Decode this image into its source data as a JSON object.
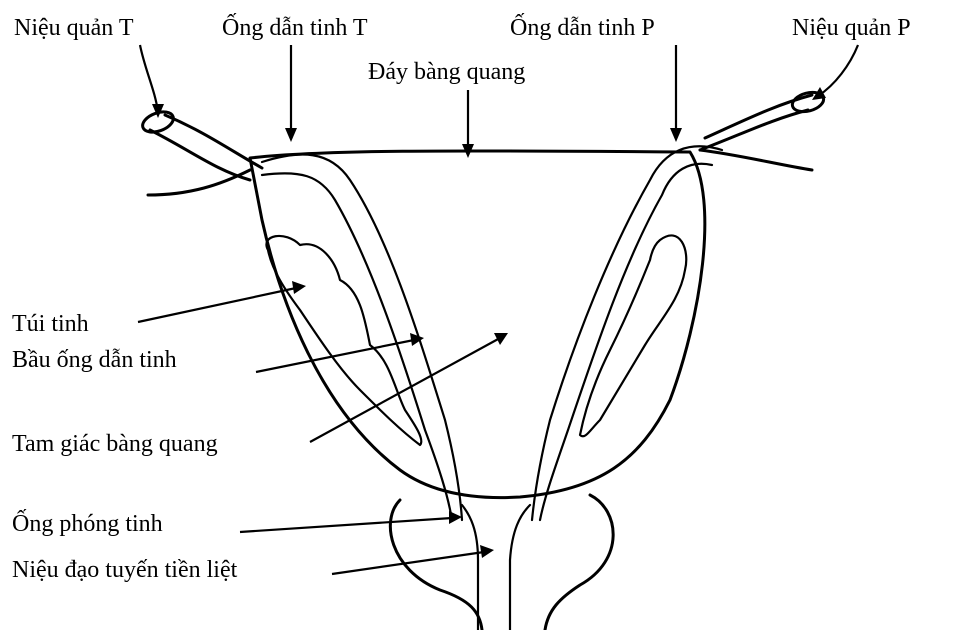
{
  "labels": {
    "ureter_left": "Niệu quản T",
    "vas_left": "Ống dẫn tinh T",
    "vas_right": "Ống dẫn tinh P",
    "ureter_right": "Niệu quản P",
    "bladder_fundus": "Đáy bàng quang",
    "seminal_vesicle": "Túi tinh",
    "ampulla": "Bầu ống dẫn tinh",
    "trigone": "Tam giác bàng quang",
    "ejaculatory_duct": "Ống phóng tinh",
    "prostatic_urethra": "Niệu đạo tuyến tiền liệt"
  },
  "colors": {
    "ink": "#000000",
    "background": "#ffffff"
  }
}
